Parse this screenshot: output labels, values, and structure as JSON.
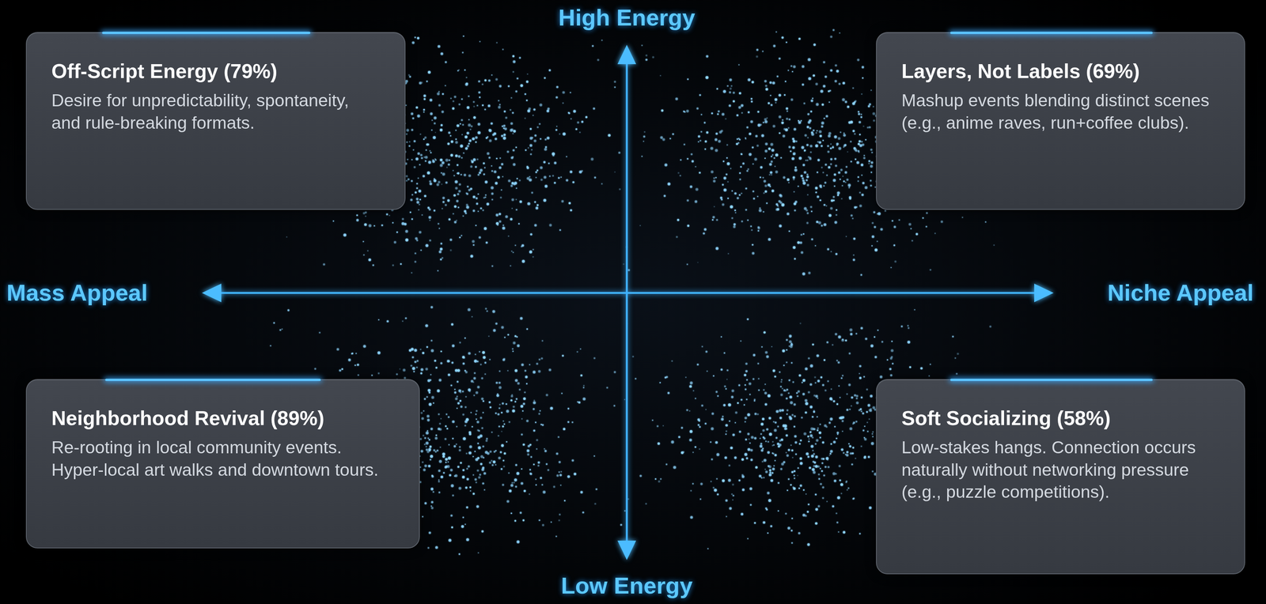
{
  "diagram": {
    "nodes": [
      {
        "text": [
          "Off-Script Energy (79%)",
          "Desire for unpredictability, spontaneity, and rule-breaking formats."
        ]
      },
      {
        "text": [
          "Layers, Not Labels (69%)",
          "Mashup events blending distinct scenes (e.g., anime raves, run+coffee clubs)."
        ]
      },
      {
        "text": [
          "Neighborhood Revival (89%)",
          "Re-rooting in local community events. Hyper-local art walks and downtown tours."
        ]
      },
      {
        "text": [
          "Soft Socializing (58%)",
          "Low-stakes hangs. Connection occurs naturally without networking pressure (e.g., puzzle competitions)."
        ]
      }
    ],
    "labels": [
      "High Energy",
      "Mass Appeal",
      "Niche Appeal",
      "Low Energy"
    ]
  }
}
